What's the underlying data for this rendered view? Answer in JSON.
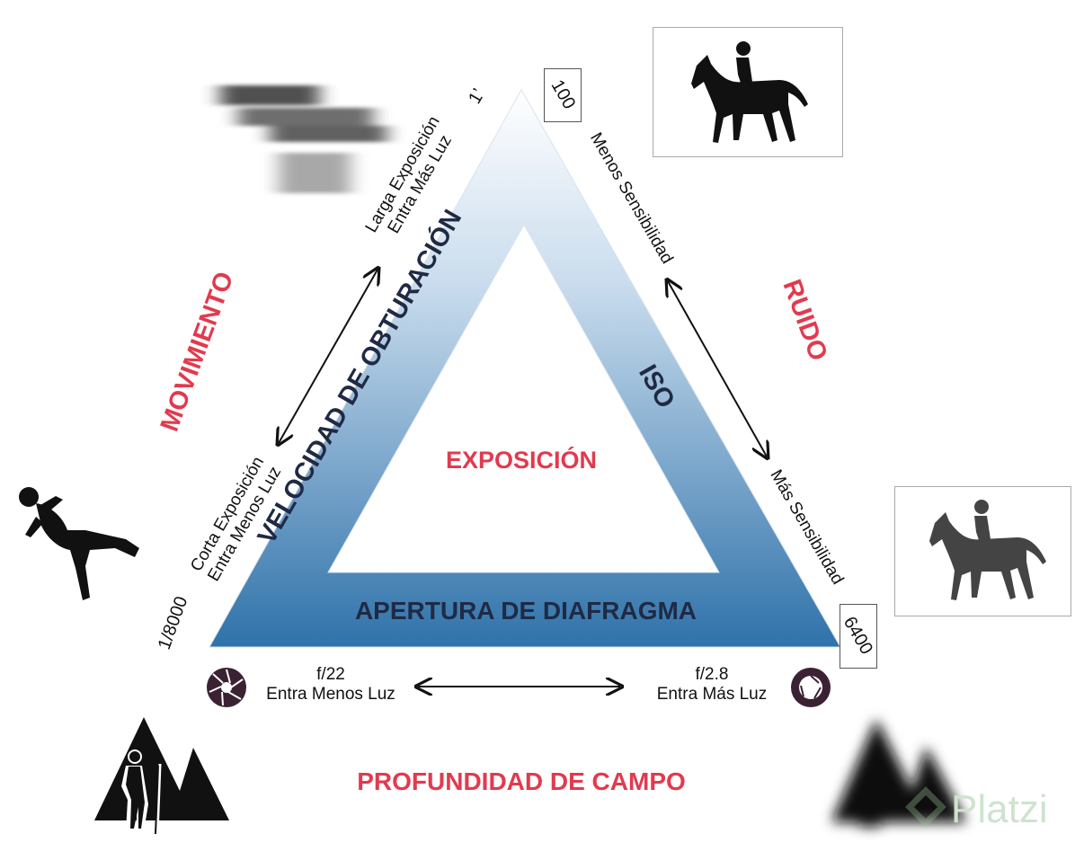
{
  "diagram": {
    "center_label": "EXPOSICIÓN",
    "sides": {
      "left": "VELOCIDAD DE OBTURACIÓN",
      "right": "ISO",
      "bottom": "APERTURA DE DIAFRAGMA"
    },
    "effects": {
      "left": "MOVIMIENTO",
      "right": "RUIDO",
      "bottom": "PROFUNDIDAD DE CAMPO"
    },
    "shutter": {
      "top_value": "1’",
      "bottom_value": "1/8000",
      "long_line1": "Larga Exposición",
      "long_line2": "Entra Más Luz",
      "short_line1": "Corta Exposición",
      "short_line2": "Entra Menos Luz"
    },
    "iso": {
      "top_value": "100",
      "bottom_value": "6400",
      "less": "Menos Sensibilidad",
      "more": "Más Sensibilidad"
    },
    "aperture": {
      "left_value": "f/22",
      "left_desc": "Entra Menos Luz",
      "right_value": "f/2.8",
      "right_desc": "Entra Más Luz"
    },
    "watermark": "Platzi"
  },
  "icons": [
    "horse-rider-icon",
    "horse-rider-grainy-icon",
    "motion-blur-icon",
    "jumping-person-icon",
    "hiker-mountain-icon",
    "hiker-mountain-blurred-icon",
    "aperture-closed-icon",
    "aperture-open-icon",
    "platzi-logo-icon"
  ],
  "colors": {
    "red": "#e23a4e",
    "navy": "#1f2a44",
    "triangle_top": "#ffffff",
    "triangle_bottom": "#2f72aa"
  }
}
